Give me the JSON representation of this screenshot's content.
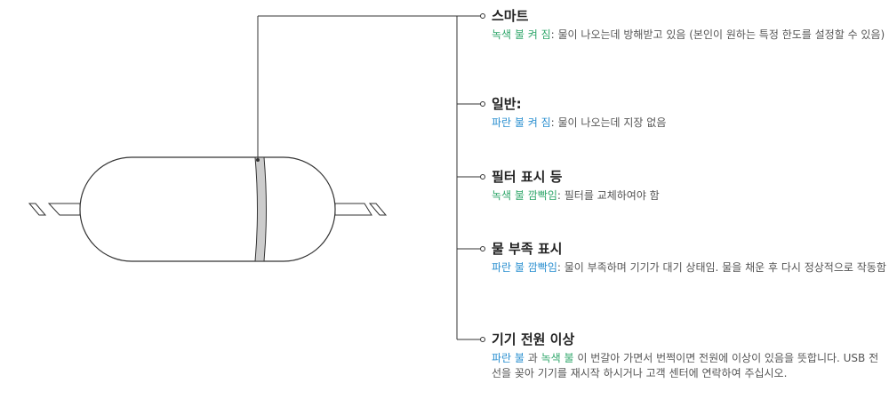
{
  "colors": {
    "green": "#2fa66a",
    "blue": "#2a8fd0",
    "line": "#333333",
    "band_fill": "#cccccc"
  },
  "entries": [
    {
      "title": "스마트",
      "highlight": "녹색 불 켜 짐",
      "highlight_color": "green",
      "rest": ": 물이 나오는데 방해받고 있음 (본인이 원하는 특정 한도를 설정할 수 있음)"
    },
    {
      "title": "일반:",
      "highlight": "파란 불 켜 짐",
      "highlight_color": "blue",
      "rest": ": 물이 나오는데 지장 없음"
    },
    {
      "title": "필터 표시 등",
      "highlight": "녹색 불 깜빡임",
      "highlight_color": "green",
      "rest": ": 필터를 교체하여야 함"
    },
    {
      "title": "물 부족 표시",
      "highlight": "파란 불 깜빡임",
      "highlight_color": "blue",
      "rest": ": 물이 부족하며 기기가 대기 상태임. 물을 채운 후 다시 정상적으로 작동함"
    },
    {
      "title": "기기 전원 이상",
      "highlight": "파란 불",
      "highlight_color": "blue",
      "mid": " 과 ",
      "highlight2": "녹색 불",
      "highlight2_color": "green",
      "rest": " 이 번갈아 가면서 번쩍이면 전원에 이상이 있음을 뜻합니다. USB 전선을 꽂아 기기를 재시작 하시거나 고객 센터에 연락하여 주십시오."
    }
  ]
}
